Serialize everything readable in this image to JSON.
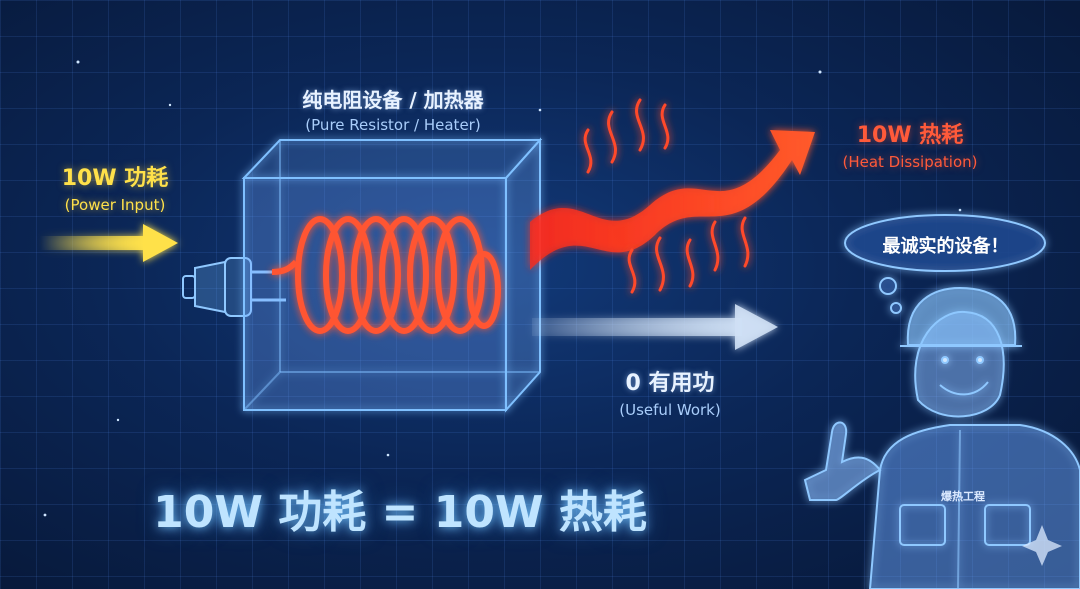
{
  "power_input": {
    "value": "10W 功耗",
    "caption": "(Power Input)"
  },
  "device": {
    "name": "纯电阻设备 / 加热器",
    "caption": "(Pure Resistor / Heater)"
  },
  "heat": {
    "value": "10W 热耗",
    "caption": "(Heat Dissipation)"
  },
  "work": {
    "value": "0 有用功",
    "caption": "(Useful Work)"
  },
  "equation": "10W 功耗 = 10W 热耗",
  "speech_bubble": "最诚实的设备！",
  "badge": "爆热工程",
  "colors": {
    "input": "#ffe14a",
    "heat": "#ff4a2a",
    "coil": "#ff5533",
    "work": "#cfe0f5",
    "glow": "#6fb8ff"
  }
}
